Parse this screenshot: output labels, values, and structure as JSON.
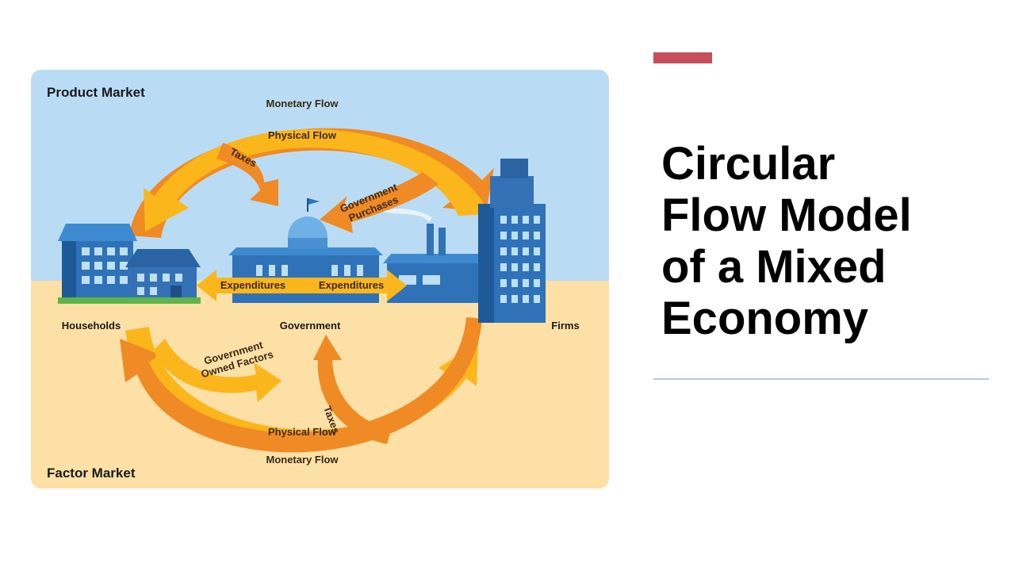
{
  "slide": {
    "title_lines": [
      "Circular",
      "Flow Model",
      "of a Mixed",
      "Economy"
    ]
  },
  "diagram": {
    "product_market": "Product Market",
    "factor_market": "Factor Market",
    "monetary_flow_top": "Monetary Flow",
    "physical_flow_top": "Physical Flow",
    "physical_flow_bottom": "Physical Flow",
    "monetary_flow_bottom": "Monetary Flow",
    "taxes_top": "Taxes",
    "taxes_bottom": "Taxes",
    "gov_purchases_line1": "Government",
    "gov_purchases_line2": "Purchases",
    "gov_owned_line1": "Government",
    "gov_owned_line2": "Owned Factors",
    "expenditures_left": "Expenditures",
    "expenditures_right": "Expenditures",
    "households": "Households",
    "government": "Government",
    "firms": "Firms"
  },
  "colors": {
    "accent": "#c5505c",
    "sky": "#b9dcf4",
    "ground": "#fde0a6",
    "monetary_orange": "#f08a24",
    "physical_yellow": "#fbb61b",
    "building_blue": "#2f72b8"
  }
}
